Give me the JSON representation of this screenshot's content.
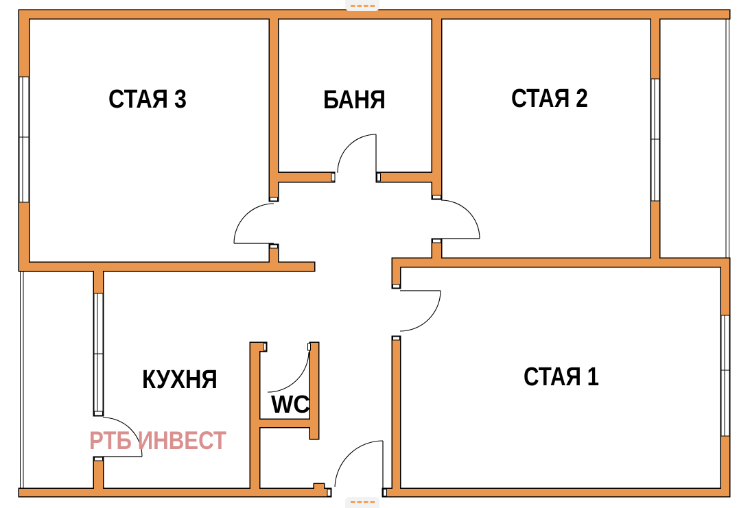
{
  "floorplan": {
    "rooms": [
      {
        "key": "room-3",
        "label": "СТАЯ 3"
      },
      {
        "key": "bathroom",
        "label": "БАНЯ"
      },
      {
        "key": "room-2",
        "label": "СТАЯ 2"
      },
      {
        "key": "kitchen",
        "label": "КУХНЯ"
      },
      {
        "key": "wc",
        "label": "WC"
      },
      {
        "key": "room-1",
        "label": "СТАЯ 1"
      }
    ],
    "watermark": {
      "text": "РТБ ИНВЕСТ",
      "color": "#D9908F"
    },
    "colors": {
      "wall_fill": "#E9974F",
      "wall_outline": "#000000",
      "background": "#FFFFFF",
      "dash_orange": "#F5A158",
      "badge_background": "#F2F2F2"
    }
  }
}
